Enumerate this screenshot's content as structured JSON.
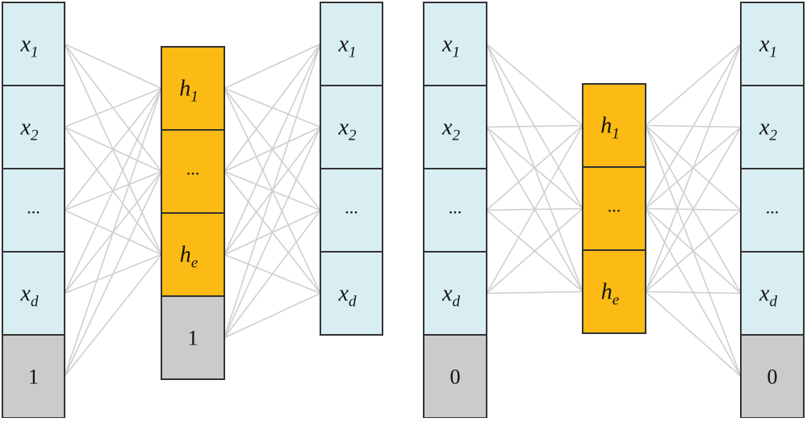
{
  "colors": {
    "input_fill": "#d9eef3",
    "hidden_fill": "#fbbb14",
    "bias_fill": "#cbcbcb",
    "box_stroke": "#333333",
    "edge_stroke": "#cfcfcf"
  },
  "diagrams": [
    {
      "input": {
        "cells": [
          {
            "type": "input",
            "sym": "x",
            "sub": "1"
          },
          {
            "type": "input",
            "sym": "x",
            "sub": "2"
          },
          {
            "type": "input",
            "sym": "...",
            "sub": ""
          },
          {
            "type": "input",
            "sym": "x",
            "sub": "d"
          },
          {
            "type": "bias",
            "sym": "1",
            "sub": ""
          }
        ]
      },
      "hidden": {
        "cells": [
          {
            "type": "hidden",
            "sym": "h",
            "sub": "1"
          },
          {
            "type": "hidden",
            "sym": "...",
            "sub": ""
          },
          {
            "type": "hidden",
            "sym": "h",
            "sub": "e"
          },
          {
            "type": "bias",
            "sym": "1",
            "sub": ""
          }
        ]
      },
      "output": {
        "cells": [
          {
            "type": "input",
            "sym": "x",
            "sub": "1"
          },
          {
            "type": "input",
            "sym": "x",
            "sub": "2"
          },
          {
            "type": "input",
            "sym": "...",
            "sub": ""
          },
          {
            "type": "input",
            "sym": "x",
            "sub": "d"
          }
        ]
      }
    },
    {
      "input": {
        "cells": [
          {
            "type": "input",
            "sym": "x",
            "sub": "1"
          },
          {
            "type": "input",
            "sym": "x",
            "sub": "2"
          },
          {
            "type": "input",
            "sym": "...",
            "sub": ""
          },
          {
            "type": "input",
            "sym": "x",
            "sub": "d"
          },
          {
            "type": "bias",
            "sym": "0",
            "sub": ""
          }
        ]
      },
      "hidden": {
        "cells": [
          {
            "type": "hidden",
            "sym": "h",
            "sub": "1"
          },
          {
            "type": "hidden",
            "sym": "...",
            "sub": ""
          },
          {
            "type": "hidden",
            "sym": "h",
            "sub": "e"
          }
        ]
      },
      "output": {
        "cells": [
          {
            "type": "input",
            "sym": "x",
            "sub": "1"
          },
          {
            "type": "input",
            "sym": "x",
            "sub": "2"
          },
          {
            "type": "input",
            "sym": "...",
            "sub": ""
          },
          {
            "type": "input",
            "sym": "x",
            "sub": "d"
          },
          {
            "type": "bias",
            "sym": "0",
            "sub": ""
          }
        ]
      }
    }
  ]
}
